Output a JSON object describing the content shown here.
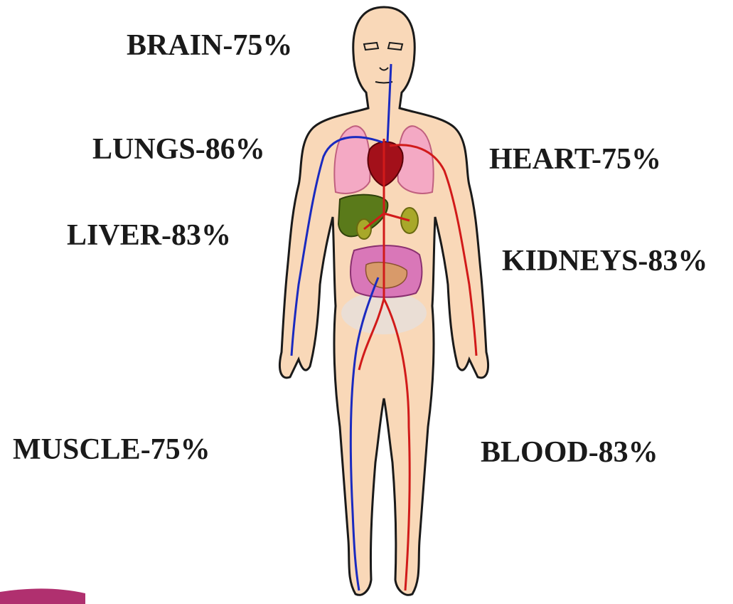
{
  "labels": {
    "brain": "BRAIN-75%",
    "lungs": "LUNGS-86%",
    "heart": "HEART-75%",
    "liver": "LIVER-83%",
    "kidneys": "KIDNEYS-83%",
    "muscle": "MUSCLE-75%",
    "blood": "BLOOD-83%"
  },
  "colors": {
    "skin": "#f9d8b8",
    "outline": "#1a1a1a",
    "artery": "#d11a1a",
    "vein": "#1a2ac0",
    "lungs": "#f4a9c4",
    "heart": "#a3101a",
    "liver": "#5a7a1a",
    "intestine": "#d977b8",
    "kidney": "#a8a82a",
    "swoosh": "#b0306f"
  }
}
